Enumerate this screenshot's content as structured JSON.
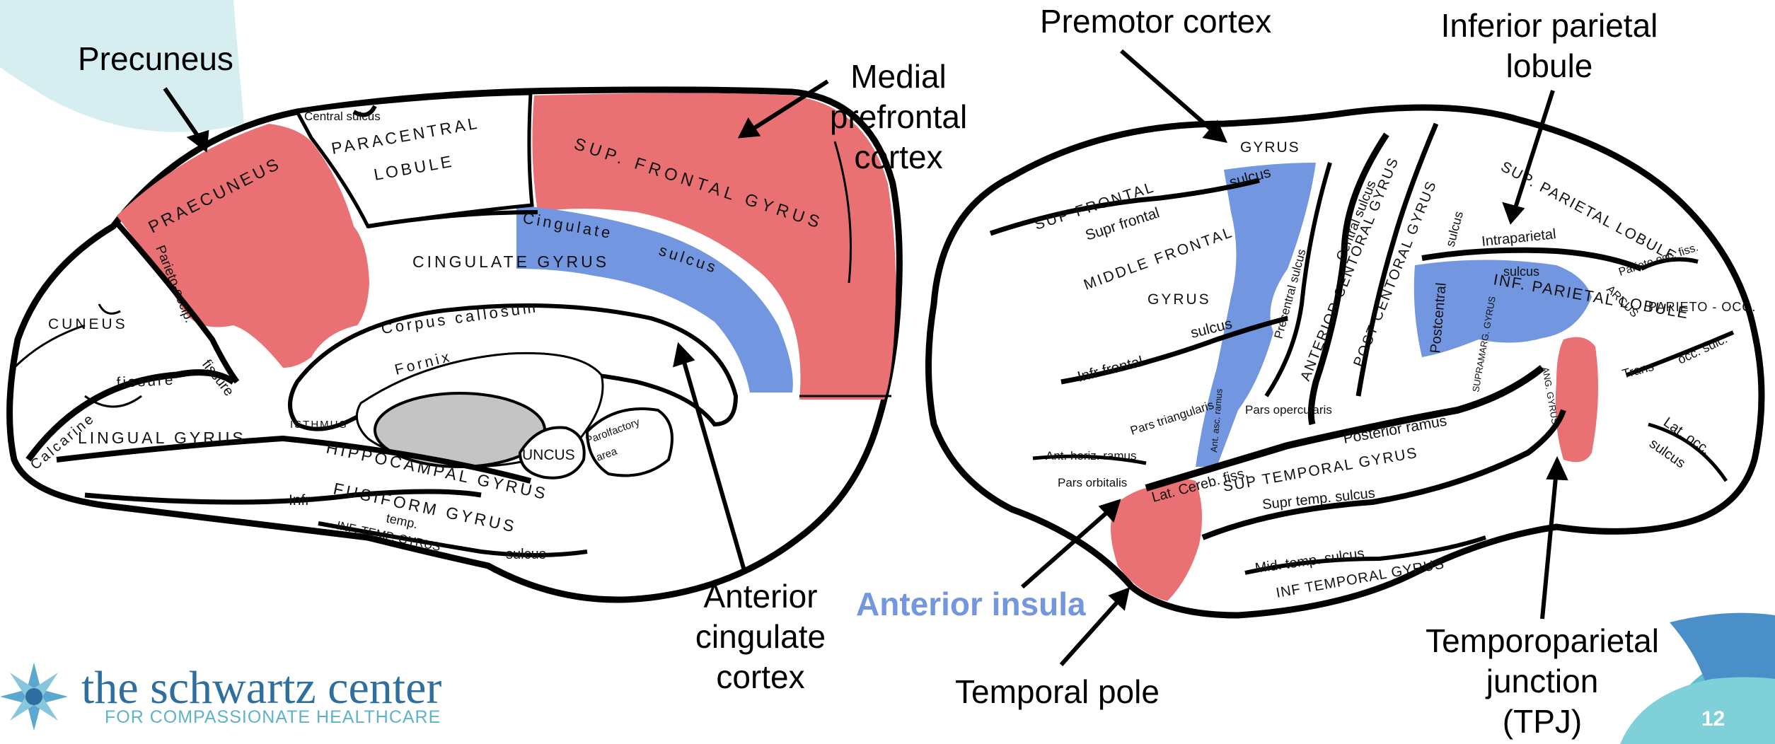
{
  "callouts": {
    "precuneus": "Precuneus",
    "medial_prefrontal": "Medial\nprefrontal\ncortex",
    "anterior_cingulate": "Anterior\ncingulate\ncortex",
    "premotor": "Premotor cortex",
    "inferior_parietal": "Inferior parietal\nlobule",
    "anterior_insula": "Anterior insula",
    "temporal_pole": "Temporal pole",
    "tpj": "Temporoparietal\njunction\n(TPJ)"
  },
  "medial_labels": {
    "central_sulcus": "Central sulcus",
    "paracentral": "PARACENTRAL",
    "lobule": "LOBULE",
    "sup_frontal_gyrus": "SUP. FRONTAL GYRUS",
    "praecuneus": "PRAECUNEUS",
    "parieto_occip": "Parieto-occip.",
    "fissure": "fissure",
    "cuneus": "CUNEUS",
    "cingulate_gyrus": "CINGULATE GYRUS",
    "cingulate": "Cingulate",
    "sulcus": "sulcus",
    "corpus_callosum": "Corpus callosum",
    "fornix": "Fornix",
    "calcarine": "Calcarine",
    "calcarine_fissure": "fissure",
    "lingual_gyrus": "LINGUAL GYRUS",
    "isthmus": "ISTHMUS",
    "hippocampal_gyrus": "HIPPOCAMPAL GYRUS",
    "uncus": "UNCUS",
    "parolfactory": "Parolfactory",
    "area": "area",
    "infr": "Infr",
    "fusiform_gyrus": "FUSIFORM GYRUS",
    "temp": "temp.",
    "inf_temp_gyrus": "INF. TEMP. GYRUS",
    "sulcus2": "sulcus"
  },
  "lateral_labels": {
    "gyrus_top": "GYRUS",
    "sup_frontal": "SUP FRONTAL",
    "supr_frontal": "Supr frontal",
    "sulcus_blue": "sulcus",
    "middle_frontal": "MIDDLE FRONTAL",
    "gyrus_mid": "GYRUS",
    "infr_frontal": "Infr frontal",
    "sulcus_mid": "sulcus",
    "ant_central_gyrus": "ANTERIOR CENTORAL GYRUS",
    "central_sulcus": "Central sulcus",
    "precentral": "Precentral sulcus",
    "post_central_gyrus": "POST CENTORAL GYRUS",
    "sulcus_post": "sulcus",
    "sup_parietal_lobule": "SUP. PARIETAL LOBULE",
    "intraparietal": "Intraparietal",
    "inf_parietal_lobule": "INF. PARIETAL LOBULE",
    "sulcus_ip": "sulcus",
    "postcentral": "Postcentral",
    "supramarg_gyrus": "SUPRAMARG. GYRUS",
    "ang_gyrus": "ANG. GYRUS",
    "parieto_occ_fiss": "Parieto occ. fiss.",
    "arcus": "ARCUS",
    "parieto_occ": "PARIETO - OCC.",
    "trans": "Trans",
    "occ_sulc": "occ. sulc.",
    "lat_occ": "Lat. occ.",
    "sulcus_occ": "sulcus",
    "pars_triangularis": "Pars triangularis",
    "pars_opercularis": "Pars opercularis",
    "ant_asc_ramus": "Ant. asc. ramus",
    "ant_horiz_ramus": "Ant. horiz. ramus",
    "pars_orbitalis": "Pars orbitalis",
    "lat_cereb_fiss": "Lat. Cereb. fiss.",
    "posterior_ramus": "Posterior ramus",
    "sup_temporal_gyrus": "SUP TEMPORAL GYRUS",
    "supr_temp_sulcus": "Supr temp. sulcus",
    "mid_temp_sulcus": "Mid. temp. sulcus",
    "inf_temporal_gyrus": "INF TEMPORAL GYRUS"
  },
  "brand": {
    "name": "the schwartz center",
    "tagline": "FOR COMPASSIONATE HEALTHCARE"
  },
  "page_number": "12",
  "colors": {
    "highlight_red": "#ea7173",
    "highlight_blue": "#7396e0",
    "anterior_insula_text": "#7396e0",
    "brand": "#2f6f9f",
    "teal_accent": "#cdebed"
  }
}
